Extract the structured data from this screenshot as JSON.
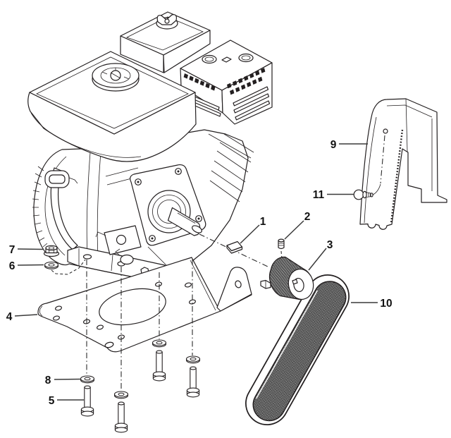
{
  "figure": {
    "type": "exploded-parts-diagram",
    "subject": "engine with drive pulley, belt, belt guard and mounting hardware",
    "background_color": "#ffffff",
    "line_color": "#231f20",
    "callouts": [
      {
        "label": "1",
        "part": "shaft-key"
      },
      {
        "label": "2",
        "part": "set-screw"
      },
      {
        "label": "3",
        "part": "pulley"
      },
      {
        "label": "4",
        "part": "mounting-plate"
      },
      {
        "label": "5",
        "part": "mounting-bolt"
      },
      {
        "label": "6",
        "part": "washer-front"
      },
      {
        "label": "7",
        "part": "flange-nut"
      },
      {
        "label": "8",
        "part": "washer-bottom"
      },
      {
        "label": "9",
        "part": "belt-guard"
      },
      {
        "label": "10",
        "part": "drive-belt"
      },
      {
        "label": "11",
        "part": "guard-knob"
      }
    ]
  }
}
